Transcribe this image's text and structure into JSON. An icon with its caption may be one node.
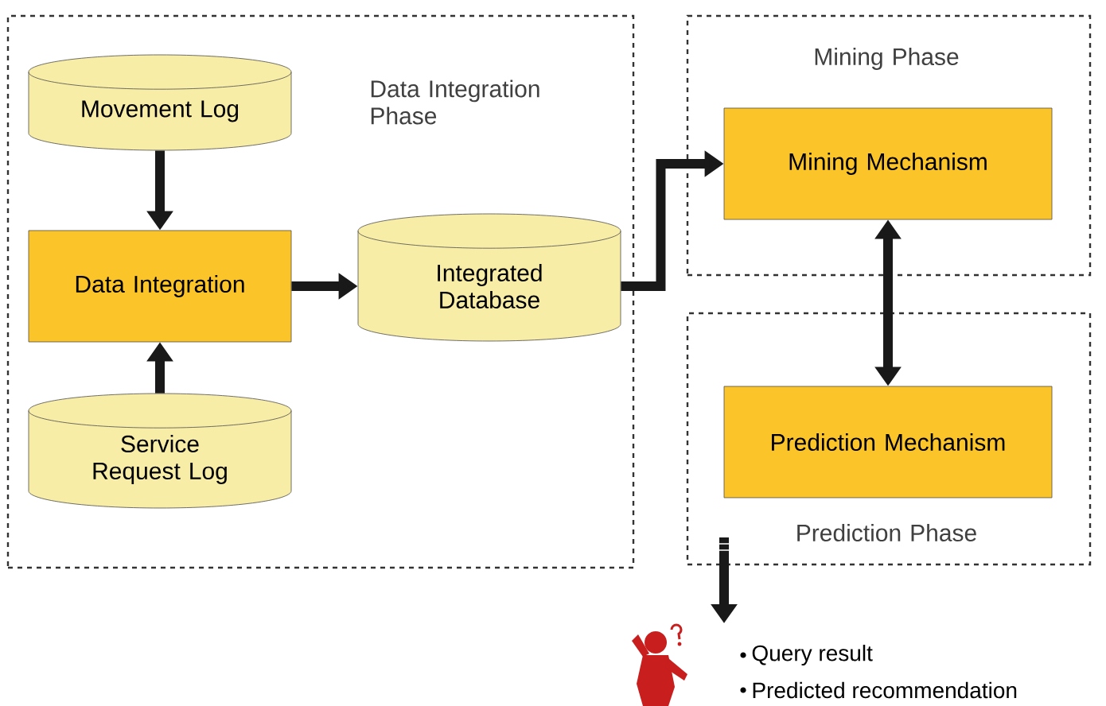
{
  "diagram": {
    "nodes": [
      {
        "text": [
          "Data Integration Phase"
        ]
      },
      {
        "text": [
          "Movement Log"
        ],
        "in": 0
      },
      {
        "text": [
          "Data Integration"
        ],
        "in": 0
      },
      {
        "text": [
          "Service Request Log"
        ],
        "in": 0
      },
      {
        "text": [
          "Integrated Database"
        ],
        "in": 0
      },
      {
        "text": [
          "Mining Phase"
        ]
      },
      {
        "text": [
          "Mining Mechanism"
        ],
        "in": 5
      },
      {
        "text": [
          "Prediction Phase"
        ]
      },
      {
        "text": [
          "Prediction Mechanism"
        ],
        "in": 7
      },
      {
        "text": [],
        "shape": "person",
        "beside": [
          "Query result",
          "Predicted recommendation"
        ]
      }
    ],
    "edges": [
      {
        "from": 1,
        "to": 2,
        "arrow": "to"
      },
      {
        "from": 3,
        "to": 2,
        "arrow": "to"
      },
      {
        "from": 2,
        "to": 4,
        "arrow": "to"
      },
      {
        "from": 4,
        "to": 6,
        "arrow": "to"
      },
      {
        "from": 6,
        "to": 8,
        "arrow": "both"
      },
      {
        "from": 7,
        "to": 9,
        "arrow": "to"
      }
    ]
  }
}
